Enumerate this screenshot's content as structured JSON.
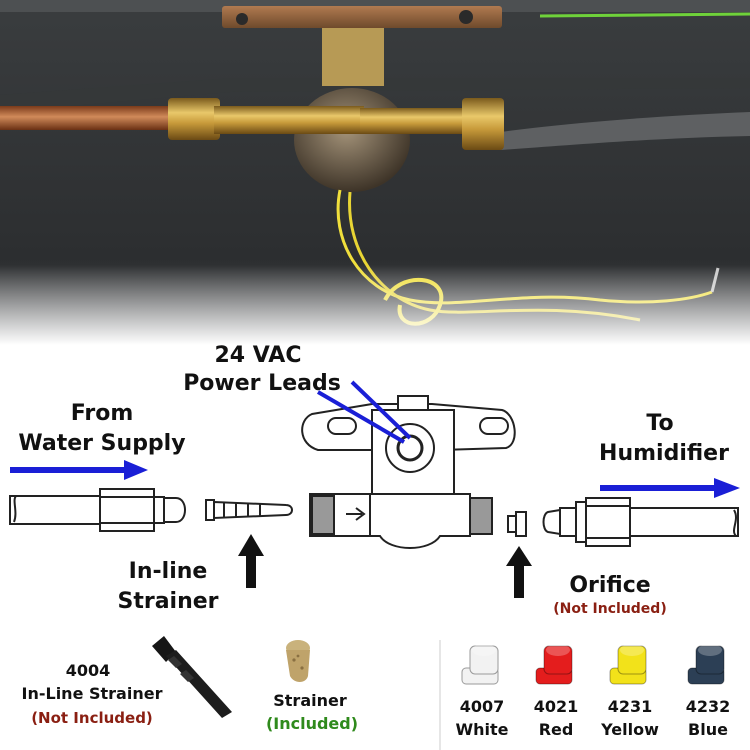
{
  "labels": {
    "power_leads_line1": "24 VAC",
    "power_leads_line2": "Power Leads",
    "from_line1": "From",
    "from_line2": "Water Supply",
    "to_line1": "To",
    "to_line2": "Humidifier",
    "strainer_line1": "In-line",
    "strainer_line2": "Strainer",
    "orifice": "Orifice",
    "orifice_note": "(Not Included)"
  },
  "parts": {
    "inline_strainer": {
      "number": "4004",
      "name": "In-Line Strainer",
      "note": "(Not Included)"
    },
    "strainer": {
      "name": "Strainer",
      "note": "(Included)"
    },
    "orifices": [
      {
        "number": "4007",
        "name": "White",
        "color": "#f2f2f2"
      },
      {
        "number": "4021",
        "name": "Red",
        "color": "#e41d1d"
      },
      {
        "number": "4231",
        "name": "Yellow",
        "color": "#f2e21a"
      },
      {
        "number": "4232",
        "name": "Blue",
        "color": "#2c3f55"
      }
    ]
  },
  "colors": {
    "arrow_blue": "#1a1fd6",
    "note_red": "#8a1f12",
    "note_green": "#2f8a1c"
  }
}
